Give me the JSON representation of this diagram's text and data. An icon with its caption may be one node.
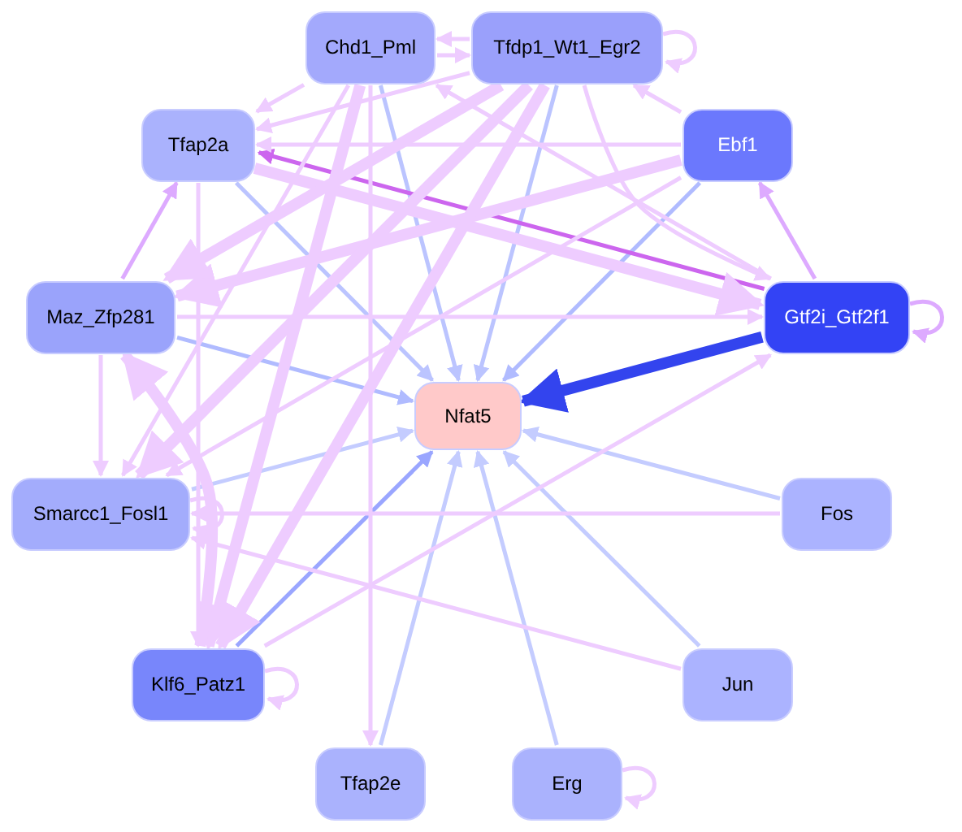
{
  "diagram": {
    "nodes": [
      {
        "text": [
          "Chd1_Pml"
        ]
      },
      {
        "text": [
          "Tfdp1_Wt1_Egr2"
        ]
      },
      {
        "text": [
          "Tfap2a"
        ]
      },
      {
        "text": [
          "Ebf1"
        ]
      },
      {
        "text": [
          "Maz_Zfp281"
        ]
      },
      {
        "text": [
          "Gtf2i_Gtf2f1"
        ]
      },
      {
        "text": [
          "Nfat5"
        ]
      },
      {
        "text": [
          "Smarcc1_Fosl1"
        ]
      },
      {
        "text": [
          "Fos"
        ]
      },
      {
        "text": [
          "Klf6_Patz1"
        ]
      },
      {
        "text": [
          "Jun"
        ]
      },
      {
        "text": [
          "Tfap2e"
        ]
      },
      {
        "text": [
          "Erg"
        ]
      }
    ],
    "edges": [
      {
        "from": 0,
        "to": 6,
        "arrow": "to",
        "color": "#bbc4ff"
      },
      {
        "from": 1,
        "to": 6,
        "arrow": "to",
        "color": "#bbc4ff"
      },
      {
        "from": 2,
        "to": 6,
        "arrow": "to",
        "color": "#bbc4ff"
      },
      {
        "from": 3,
        "to": 6,
        "arrow": "to",
        "color": "#b0bbff"
      },
      {
        "from": 4,
        "to": 6,
        "arrow": "to",
        "color": "#b0bbff"
      },
      {
        "from": 5,
        "to": 6,
        "arrow": "to",
        "color": "#3344ee",
        "style": "thick"
      },
      {
        "from": 7,
        "to": 6,
        "arrow": "to",
        "color": "#c4ccff"
      },
      {
        "from": 8,
        "to": 6,
        "arrow": "to",
        "color": "#c4ccff"
      },
      {
        "from": 9,
        "to": 6,
        "arrow": "to",
        "color": "#9aa6ff"
      },
      {
        "from": 10,
        "to": 6,
        "arrow": "to",
        "color": "#c4ccff"
      },
      {
        "from": 11,
        "to": 6,
        "arrow": "to",
        "color": "#c4ccff"
      },
      {
        "from": 12,
        "to": 6,
        "arrow": "to",
        "color": "#c4ccff"
      },
      {
        "from": 5,
        "to": 2,
        "arrow": "to",
        "color": "#cc66ee"
      },
      {
        "from": 5,
        "to": 3,
        "arrow": "to",
        "color": "#ddaaff"
      },
      {
        "from": 4,
        "to": 2,
        "arrow": "to",
        "color": "#ddaaff"
      },
      {
        "from": 0,
        "to": 1,
        "arrow": "to"
      },
      {
        "from": 1,
        "to": 0,
        "arrow": "to"
      },
      {
        "from": 1,
        "to": 1,
        "arrow": "to"
      },
      {
        "from": 5,
        "to": 5,
        "arrow": "to",
        "color": "#ddaaff"
      },
      {
        "from": 7,
        "to": 7,
        "arrow": "to"
      },
      {
        "from": 9,
        "to": 9,
        "arrow": "to"
      },
      {
        "from": 12,
        "to": 12,
        "arrow": "to"
      },
      {
        "from": 3,
        "to": 1,
        "arrow": "to"
      },
      {
        "from": 0,
        "to": 2,
        "arrow": "to"
      },
      {
        "from": 1,
        "to": 2,
        "arrow": "to"
      },
      {
        "from": 3,
        "to": 2,
        "arrow": "to"
      },
      {
        "from": 2,
        "to": 5,
        "arrow": "to",
        "style": "thick"
      },
      {
        "from": 4,
        "to": 5,
        "arrow": "to"
      },
      {
        "from": 1,
        "to": 5,
        "arrow": "to"
      },
      {
        "from": 5,
        "to": 0,
        "arrow": "to"
      },
      {
        "from": 3,
        "to": 4,
        "arrow": "to",
        "style": "thick"
      },
      {
        "from": 1,
        "to": 4,
        "arrow": "to",
        "style": "thick"
      },
      {
        "from": 3,
        "to": 7,
        "arrow": "to"
      },
      {
        "from": 1,
        "to": 7,
        "arrow": "to",
        "style": "thick"
      },
      {
        "from": 0,
        "to": 7,
        "arrow": "to"
      },
      {
        "from": 4,
        "to": 7,
        "arrow": "to"
      },
      {
        "from": 0,
        "to": 11,
        "arrow": "to"
      },
      {
        "from": 0,
        "to": 9,
        "arrow": "to",
        "style": "thick"
      },
      {
        "from": 1,
        "to": 9,
        "arrow": "to",
        "style": "thick"
      },
      {
        "from": 2,
        "to": 9,
        "arrow": "to"
      },
      {
        "from": 9,
        "to": 4,
        "arrow": "to",
        "style": "thick"
      },
      {
        "from": 9,
        "to": 5,
        "arrow": "to"
      },
      {
        "from": 8,
        "to": 7,
        "arrow": "to"
      },
      {
        "from": 10,
        "to": 7,
        "arrow": "to"
      }
    ]
  }
}
